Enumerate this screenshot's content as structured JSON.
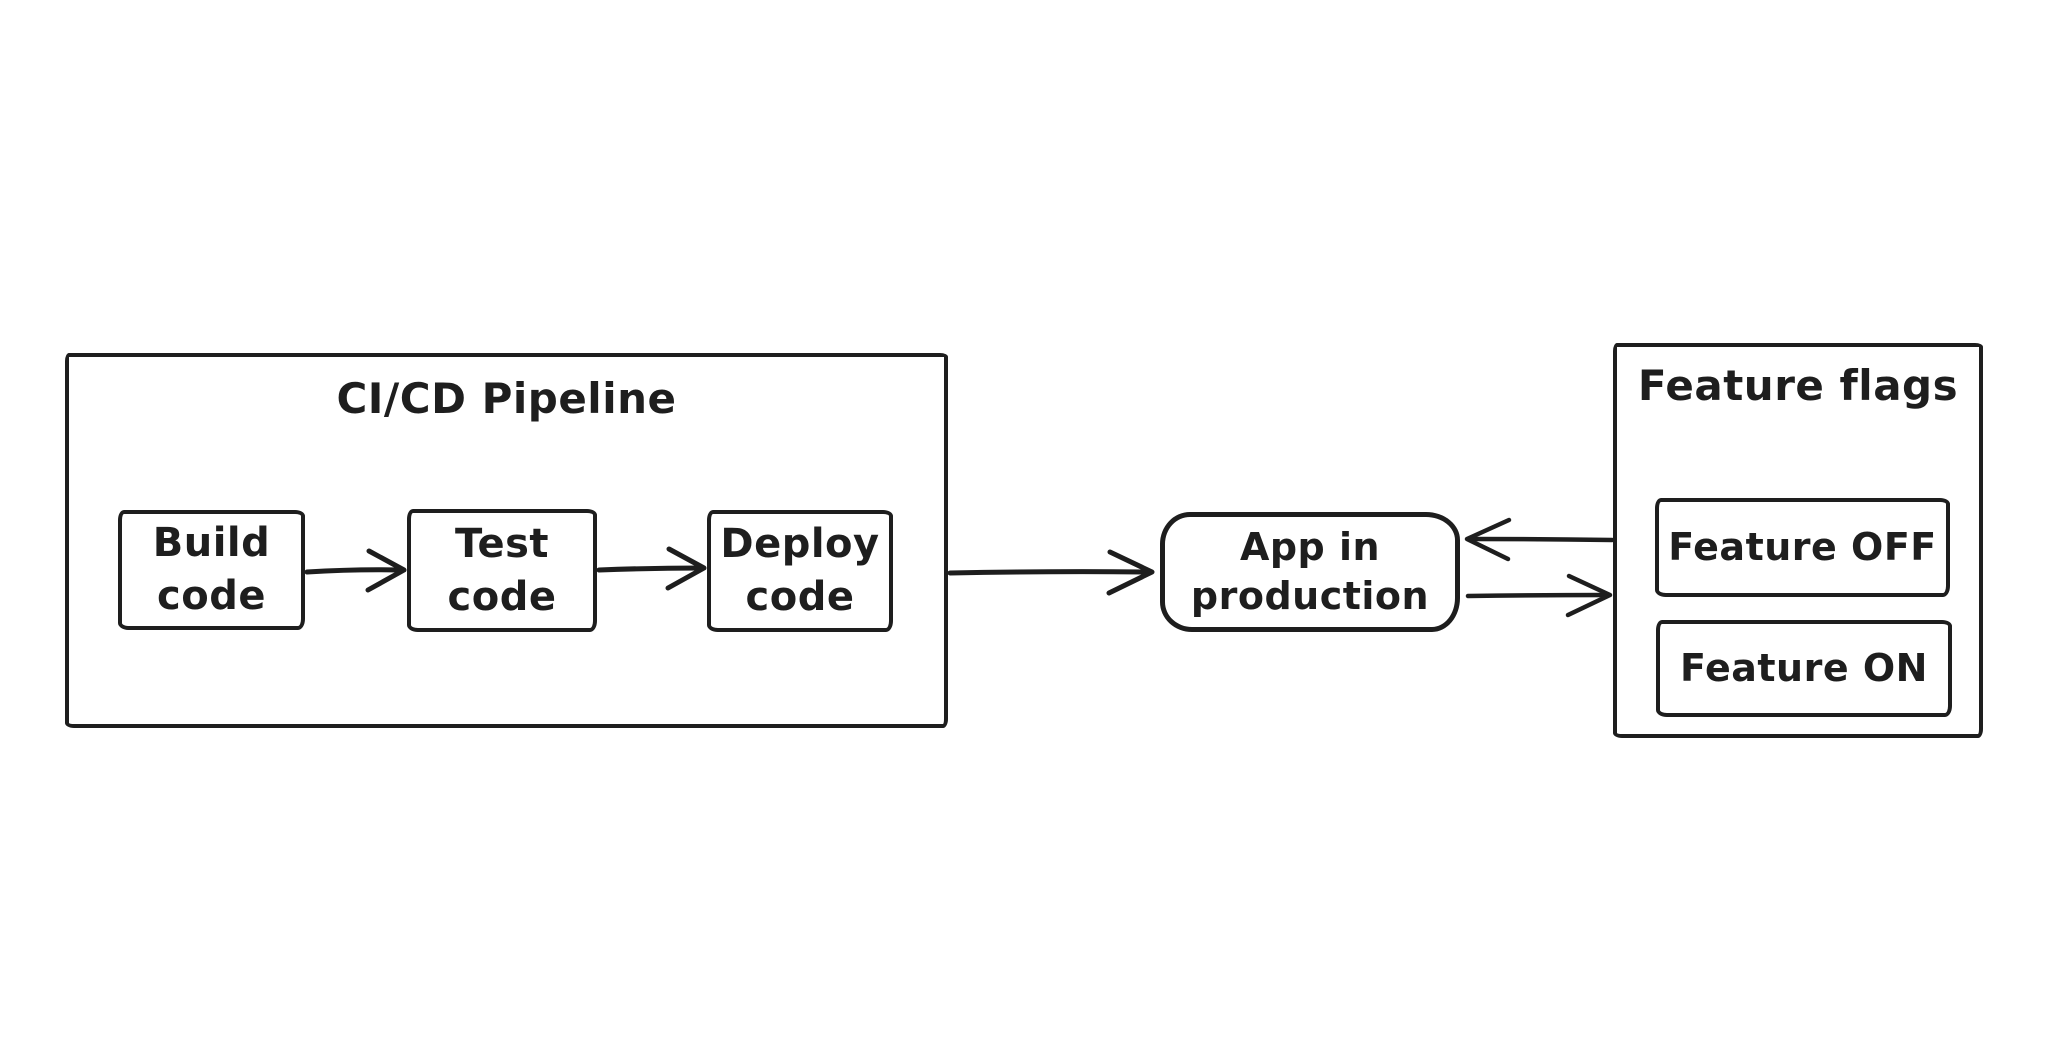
{
  "colors": {
    "background": "#ffffff",
    "stroke": "#1e1e1e"
  },
  "pipeline": {
    "title": "CI/CD Pipeline",
    "steps": [
      {
        "id": "build",
        "label": "Build\ncode"
      },
      {
        "id": "test",
        "label": "Test\ncode"
      },
      {
        "id": "deploy",
        "label": "Deploy\ncode"
      }
    ]
  },
  "app": {
    "label": "App in\nproduction"
  },
  "feature_flags": {
    "title": "Feature flags",
    "flags": [
      {
        "id": "feature-off",
        "label": "Feature OFF"
      },
      {
        "id": "feature-on",
        "label": "Feature ON"
      }
    ]
  },
  "connections": [
    {
      "from": "build-code",
      "to": "test-code",
      "direction": "right"
    },
    {
      "from": "test-code",
      "to": "deploy-code",
      "direction": "right"
    },
    {
      "from": "cicd-pipeline",
      "to": "app-in-production",
      "direction": "right"
    },
    {
      "from": "feature-flags",
      "to": "app-in-production",
      "direction": "left"
    },
    {
      "from": "app-in-production",
      "to": "feature-flags",
      "direction": "right"
    }
  ]
}
